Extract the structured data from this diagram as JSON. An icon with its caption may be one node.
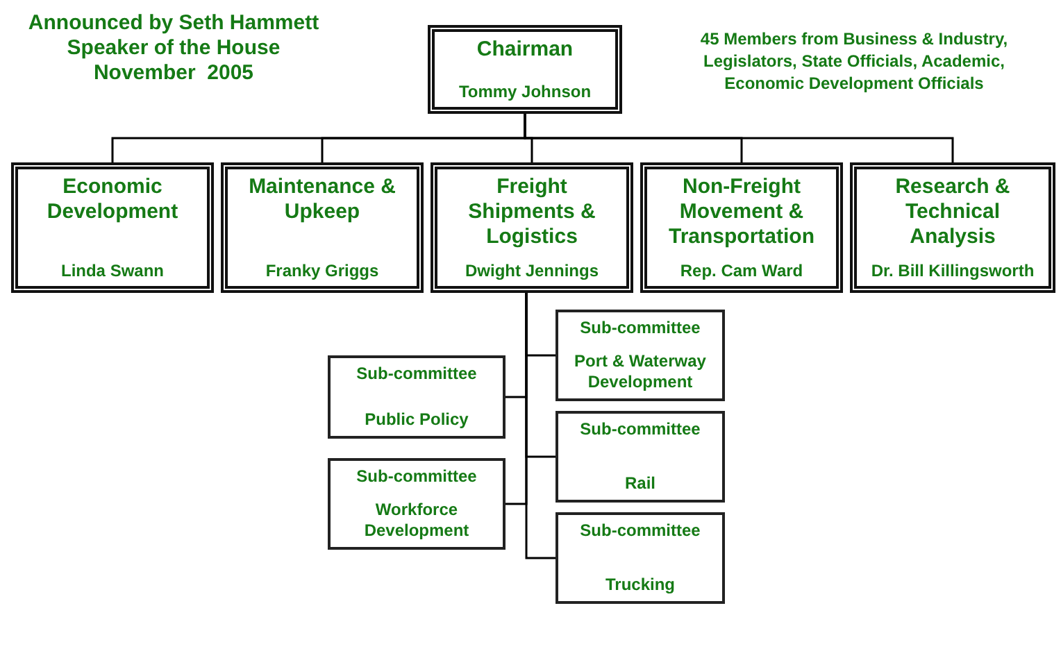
{
  "diagram": {
    "nodes": [
      {
        "text": [
          "Chairman",
          "Tommy Johnson"
        ]
      },
      {
        "text": [
          "Economic Development",
          "Linda Swann"
        ]
      },
      {
        "text": [
          "Maintenance & Upkeep",
          "Franky Griggs"
        ]
      },
      {
        "text": [
          "Freight Shipments & Logistics",
          "Dwight Jennings"
        ]
      },
      {
        "text": [
          "Non-Freight Movement & Transportation",
          "Rep. Cam Ward"
        ]
      },
      {
        "text": [
          "Research & Technical Analysis",
          "Dr. Bill Killingsworth"
        ]
      },
      {
        "text": [
          "Sub-committee",
          "Port & Waterway Development"
        ]
      },
      {
        "text": [
          "Sub-committee",
          "Public Policy"
        ]
      },
      {
        "text": [
          "Sub-committee",
          "Rail"
        ]
      },
      {
        "text": [
          "Sub-committee",
          "Workforce Development"
        ]
      },
      {
        "text": [
          "Sub-committee",
          "Trucking"
        ]
      }
    ],
    "edges": [
      {
        "from": 0,
        "to": 1,
        "arrow": "none"
      },
      {
        "from": 0,
        "to": 2,
        "arrow": "none"
      },
      {
        "from": 0,
        "to": 3,
        "arrow": "none"
      },
      {
        "from": 0,
        "to": 4,
        "arrow": "none"
      },
      {
        "from": 0,
        "to": 5,
        "arrow": "none"
      },
      {
        "from": 3,
        "to": 6,
        "arrow": "none"
      },
      {
        "from": 3,
        "to": 7,
        "arrow": "none"
      },
      {
        "from": 3,
        "to": 8,
        "arrow": "none"
      },
      {
        "from": 3,
        "to": 9,
        "arrow": "none"
      },
      {
        "from": 3,
        "to": 10,
        "arrow": "none"
      }
    ],
    "labels": [
      "Announced by Seth Hammett Speaker of the House November  2005",
      "45 Members from Business & Industry, Legislators, State Officials, Academic, Economic Development Officials"
    ]
  }
}
